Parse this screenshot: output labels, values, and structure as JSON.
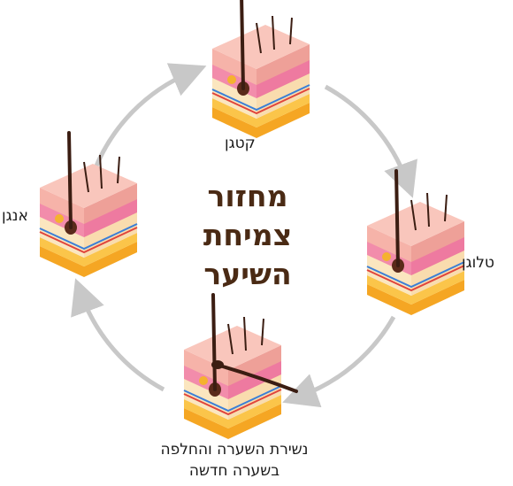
{
  "title_lines": [
    "מחזור",
    "צמיחת",
    "השיער"
  ],
  "phases": {
    "top": "קטגן",
    "right": "טלוגן",
    "bottom_line1": "נשירת השערה והחלפה",
    "bottom_line2": "בשערה חדשה",
    "left": "אנגן"
  },
  "colors": {
    "title": "#4a2a14",
    "arrow": "#c8c8c8",
    "skin_top": "#f7b8b0",
    "skin_side": "#e98f8a",
    "fat": "#f8e4b8",
    "base": "#f5b22e",
    "hair": "#3b1d12"
  }
}
